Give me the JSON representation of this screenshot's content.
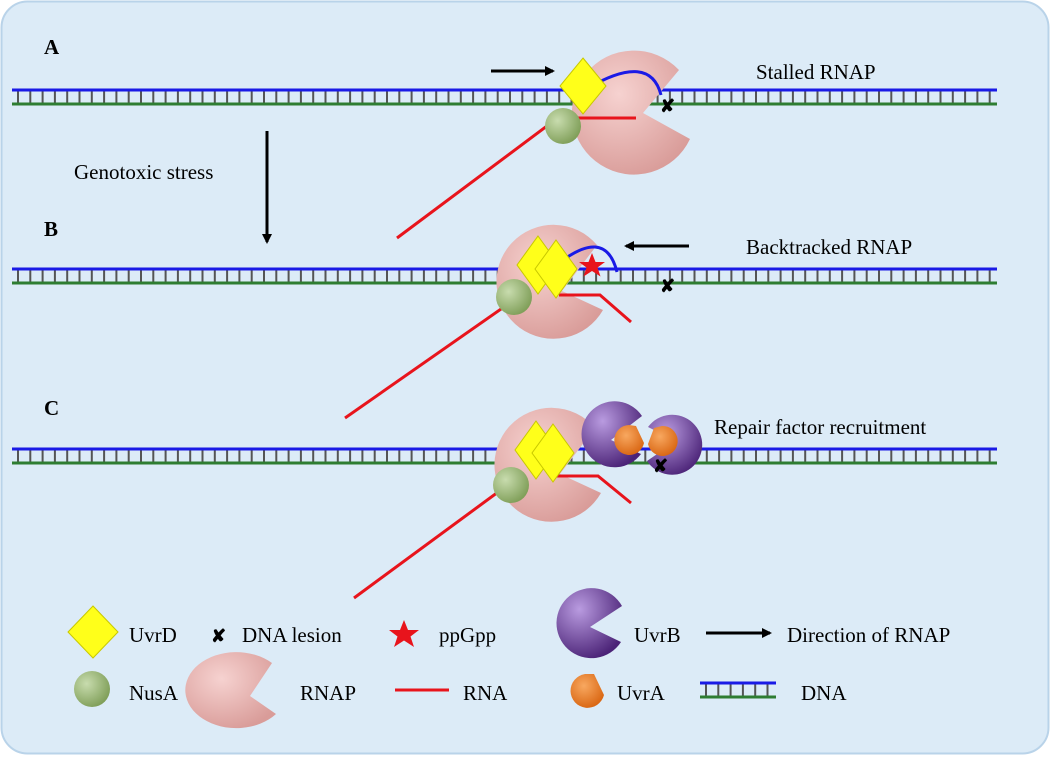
{
  "colors": {
    "background": "#dcebf7",
    "border": "#b9d3e9",
    "dna_top": "#1a1ae6",
    "dna_bottom": "#2e7d32",
    "dna_rungs": "#555555",
    "rna": "#e8141c",
    "rnap": "#e7b2b0",
    "uvrd": "#ffff1a",
    "nusa": "#8fae6a",
    "uvrb": "#6a3a96",
    "uvra": "#ee7a1c",
    "ppgpp": "#e8141c",
    "arrow": "#000000"
  },
  "panels": [
    {
      "letter": "A",
      "caption": "Stalled RNAP"
    },
    {
      "letter": "B",
      "caption": "Backtracked RNAP"
    },
    {
      "letter": "C",
      "caption": "Repair factor recruitment"
    }
  ],
  "transition_label": "Genotoxic stress",
  "legend": {
    "uvrd": "UvrD",
    "lesion": "DNA lesion",
    "ppgpp": "ppGpp",
    "uvrb": "UvrB",
    "direction": "Direction of RNAP",
    "nusa": "NusA",
    "rnap": "RNAP",
    "rna": "RNA",
    "uvra": "UvrA",
    "dna": "DNA"
  }
}
